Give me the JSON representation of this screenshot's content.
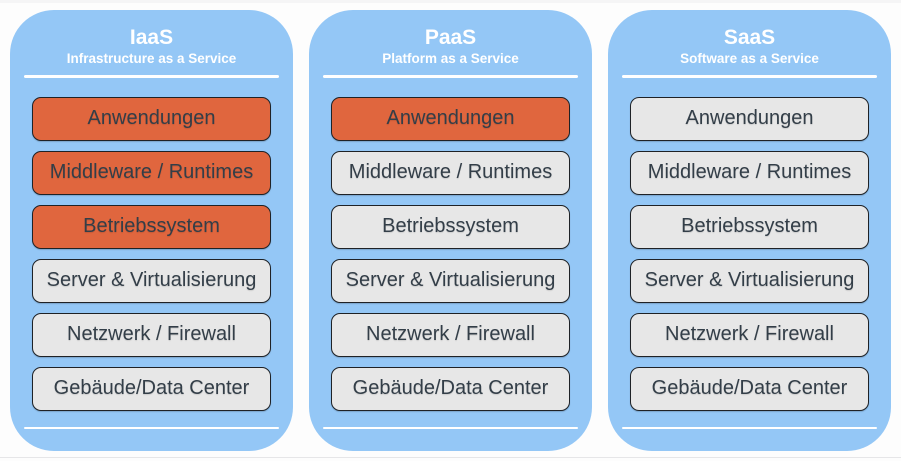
{
  "colors": {
    "column_background": "#94C7F6",
    "highlight_box": "#E0663E",
    "neutral_box": "#E7E7E7",
    "box_border": "#1F2226",
    "box_text": "#333E48",
    "header_text": "#FFFFFF"
  },
  "columns": [
    {
      "id": "iaas",
      "title": "IaaS",
      "subtitle": "Infrastructure as a Service",
      "layers": [
        {
          "label": "Anwendungen",
          "highlight": true
        },
        {
          "label": "Middleware / Runtimes",
          "highlight": true
        },
        {
          "label": "Betriebssystem",
          "highlight": true
        },
        {
          "label": "Server & Virtualisierung",
          "highlight": false
        },
        {
          "label": "Netzwerk / Firewall",
          "highlight": false
        },
        {
          "label": "Gebäude/Data Center",
          "highlight": false
        }
      ]
    },
    {
      "id": "paas",
      "title": "PaaS",
      "subtitle": "Platform as a Service",
      "layers": [
        {
          "label": "Anwendungen",
          "highlight": true
        },
        {
          "label": "Middleware / Runtimes",
          "highlight": false
        },
        {
          "label": "Betriebssystem",
          "highlight": false
        },
        {
          "label": "Server & Virtualisierung",
          "highlight": false
        },
        {
          "label": "Netzwerk / Firewall",
          "highlight": false
        },
        {
          "label": "Gebäude/Data Center",
          "highlight": false
        }
      ]
    },
    {
      "id": "saas",
      "title": "SaaS",
      "subtitle": "Software as a Service",
      "layers": [
        {
          "label": "Anwendungen",
          "highlight": false
        },
        {
          "label": "Middleware / Runtimes",
          "highlight": false
        },
        {
          "label": "Betriebssystem",
          "highlight": false
        },
        {
          "label": "Server & Virtualisierung",
          "highlight": false
        },
        {
          "label": "Netzwerk / Firewall",
          "highlight": false
        },
        {
          "label": "Gebäude/Data Center",
          "highlight": false
        }
      ]
    }
  ]
}
